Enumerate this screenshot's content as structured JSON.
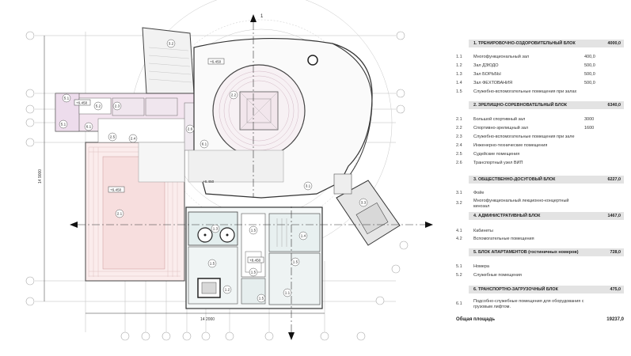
{
  "plan": {
    "north_mark": "1",
    "dim_horizontal": "14 2000",
    "dim_vertical": "14 9000",
    "elevations": [
      "+6.450",
      "+6.450",
      "+6.450",
      "+8.450",
      "+6.450"
    ],
    "room_tags": {
      "t32": "3.2",
      "t51a": "5.1",
      "t52": "5.2",
      "t23": "2.3",
      "t22": "2.2",
      "t51b": "5.1",
      "t61a": "6.1",
      "t25": "2.5",
      "t24": "2.4",
      "t26": "2.6",
      "t61b": "6.1",
      "t21": "2.1",
      "t31": "3.1",
      "t33": "3.3",
      "t13": "1.3",
      "t15a": "1.5",
      "t14": "1.4",
      "t15b": "1.5",
      "t15c": "1.5",
      "t15d": "1.5",
      "t12": "1.2",
      "t11": "1.1",
      "t15e": "1.5"
    }
  },
  "legend": {
    "blocks": [
      {
        "title": "1. ТРЕНИРОВОЧНО-ОЗДОРОВИТЕЛЬНЫЙ БЛОК",
        "value": "4000,0",
        "items": [
          {
            "num": "1.1",
            "name": "Многофункциональный зал",
            "value": "400,0"
          },
          {
            "num": "1.2",
            "name": "Зал ДЗЮДО",
            "value": "500,0"
          },
          {
            "num": "1.3",
            "name": "Зал БОРЬБЫ",
            "value": "500,0"
          },
          {
            "num": "1.4",
            "name": "Зал ФЕХТОВАНИЯ",
            "value": "500,0"
          },
          {
            "num": "1.5",
            "name": "Служебно-вспомогательные помещения при залах",
            "value": ""
          }
        ]
      },
      {
        "title": "2. ЗРЕЛИЩНО-СОРЕВНОВАТЕЛЬНЫЙ БЛОК",
        "value": "6340,0",
        "items": [
          {
            "num": "2.1",
            "name": "Большой спортивный зал",
            "value": "3000"
          },
          {
            "num": "2.2",
            "name": "Спортивно-зрелищный зал",
            "value": "1600"
          },
          {
            "num": "2.3",
            "name": "Служебно-вспомогательные помещения при зале",
            "value": ""
          },
          {
            "num": "2.4",
            "name": "Инженерно-технические помещения",
            "value": ""
          },
          {
            "num": "2.5",
            "name": "Судейские помещения",
            "value": ""
          },
          {
            "num": "2.6",
            "name": "Транспортный узел ВИП",
            "value": ""
          }
        ]
      },
      {
        "title": "3. ОБЩЕСТВЕННО-ДОСУГОВЫЙ БЛОК",
        "value": "6227,0",
        "items": [
          {
            "num": "3.1",
            "name": "Фойе",
            "value": ""
          },
          {
            "num": "3.2",
            "name": "Многофункциональный лекционно-концертный кинозал",
            "value": ""
          }
        ]
      },
      {
        "title": "4. АДМИНИСТРАТИВНЫЙ БЛОК",
        "value": "1467,0",
        "items": [
          {
            "num": "4.1",
            "name": "Кабинеты",
            "value": ""
          },
          {
            "num": "4.2",
            "name": "Вспомогательные помещения",
            "value": ""
          }
        ]
      },
      {
        "title": "5. БЛОК АПАРТАМЕНТОВ (гостиничных номеров)",
        "value": "728,0",
        "items": [
          {
            "num": "5.1",
            "name": "Номера",
            "value": ""
          },
          {
            "num": "5.2",
            "name": "Служебные помещения",
            "value": ""
          }
        ]
      },
      {
        "title": "6. ТРАНСПОРТНО-ЗАГРУЗОЧНЫЙ БЛОК",
        "value": "475,0",
        "items": [
          {
            "num": "6.1",
            "name": "Подсобно-служебные помещения для оборудования с грузовым лифтом.",
            "value": ""
          }
        ]
      }
    ],
    "total_label": "Общая площадь",
    "total_value": "19237,0"
  }
}
